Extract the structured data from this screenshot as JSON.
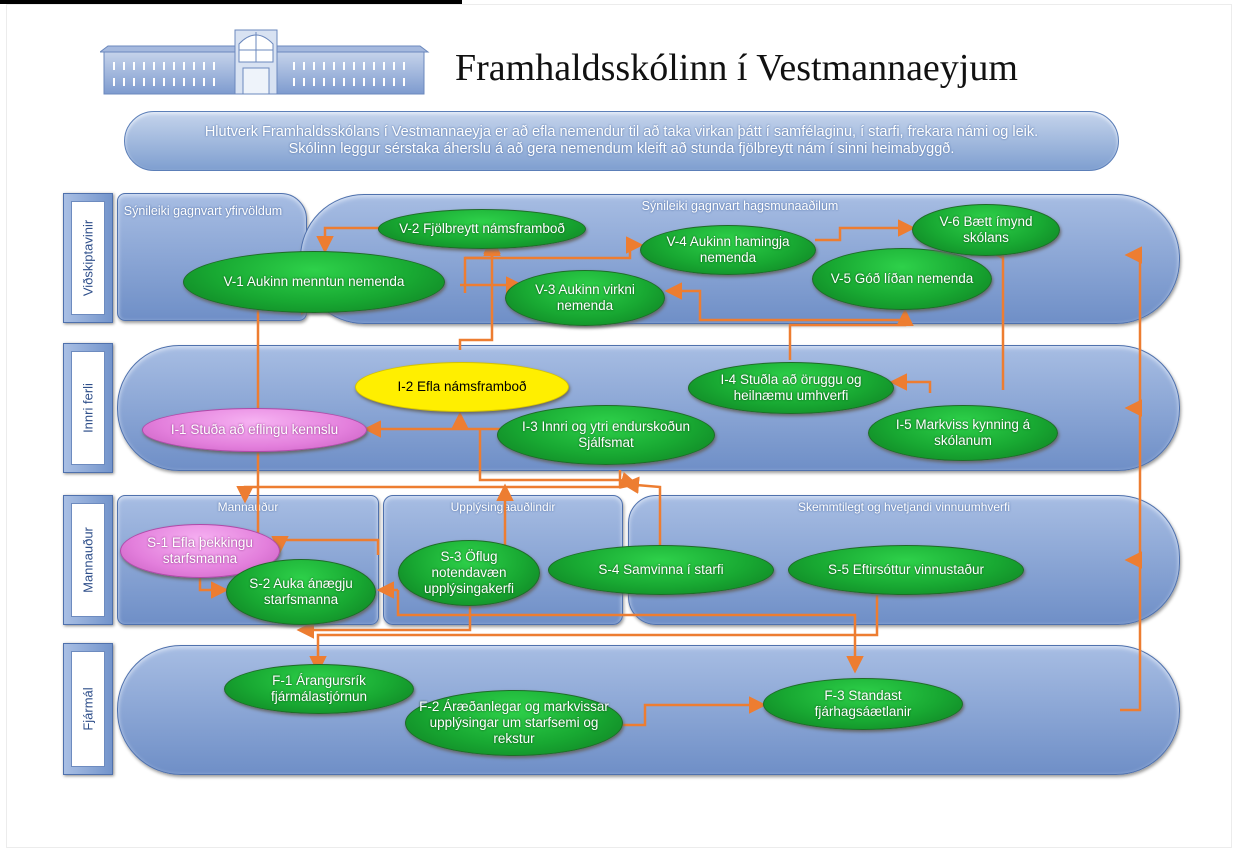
{
  "title": "Framhaldsskólinn í Vestmannaeyjum",
  "mission": [
    "Hlutverk Framhaldsskólans í Vestmannaeyja er að efla nemendur til að taka virkan þátt í samfélaginu, í starfi, frekara námi og leik.",
    "Skólinn leggur sérstaka áherslu á að gera nemendum kleift að stunda fjölbreytt nám í sinni heimabyggð."
  ],
  "perspectives": [
    "Viðskiptavinir",
    "Innri ferli",
    "Mannauður",
    "Fjármál"
  ],
  "lanes": {
    "l1": "Sýnileiki gagnvart yfirvöldum",
    "l2": "Sýnileiki gagnvart hagsmunaaðilum",
    "l3": "Mannauður",
    "l4": "Upplýsingaauðlindir",
    "l5": "Skemmtilegt og hvetjandi vinnuumhverfi"
  },
  "nodes": {
    "v1": "V-1 Aukinn menntun nemenda",
    "v2": "V-2 Fjölbreytt námsframboð",
    "v3": "V-3 Aukinn virkni nemenda",
    "v4": "V-4 Aukinn hamingja nemenda",
    "v5": "V-5 Góð líðan nemenda",
    "v6": "V-6 Bætt ímynd skólans",
    "i1": "I-1 Stuða að eflingu kennslu",
    "i2": "I-2 Efla námsframboð",
    "i3": "I-3 Innri og ytri endurskoðun Sjálfsmat",
    "i4": "I-4 Stuðla að öruggu og heilnæmu umhverfi",
    "i5": "I-5 Markviss kynning á skólanum",
    "s1": "S-1 Efla þekkingu starfsmanna",
    "s2": "S-2 Auka ánægju starfsmanna",
    "s3": "S-3 Öflug notendavæn upplýsingakerfi",
    "s4": "S-4 Samvinna í starfi",
    "s5": "S-5 Eftirsóttur vinnustaður",
    "f1": "F-1 Árangursrík fjármálastjórnun",
    "f2": "F-2 Áræðanlegar og markvissar upplýsingar um starfsemi og rekstur",
    "f3": "F-3 Standast fjárhagsáætlanir"
  },
  "colors": {
    "node_green": "#18a832",
    "node_pink": "#e37fdc",
    "node_yellow": "#ffef00",
    "arrow": "#ed7d31",
    "lane_blue": "#7f9fd0"
  }
}
